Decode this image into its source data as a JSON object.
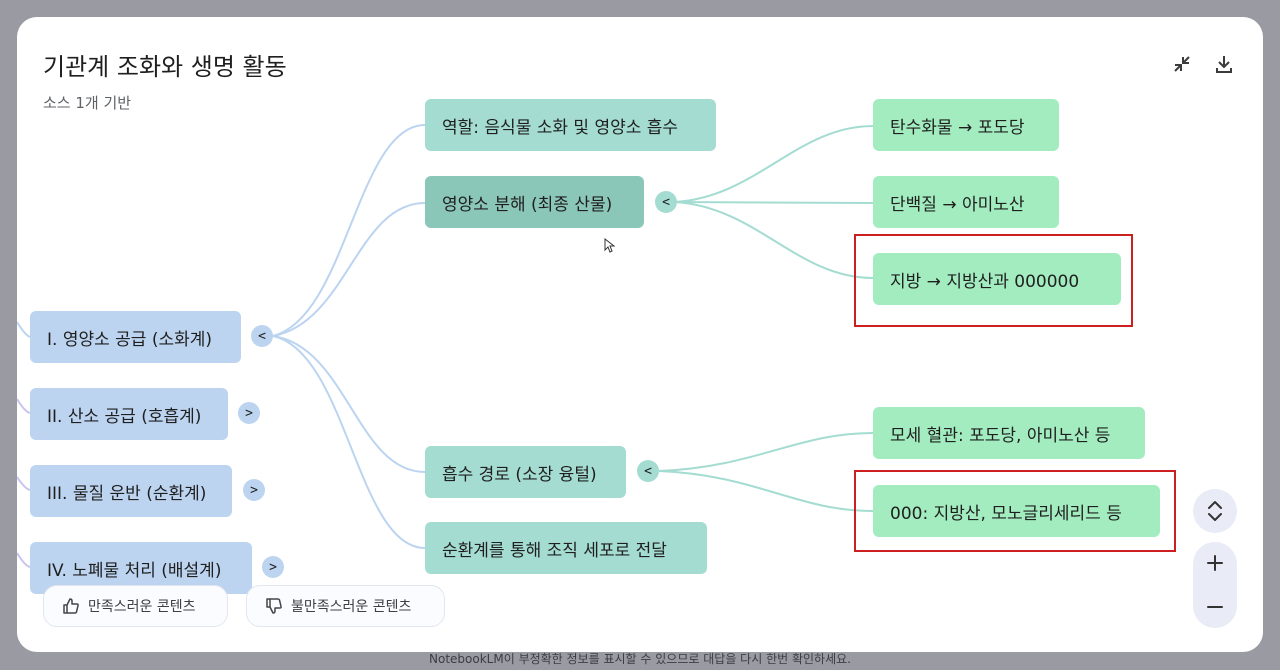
{
  "header": {
    "title": "기관계 조화와 생명 활동",
    "subtitle": "소스 1개 기반",
    "collapse_icon": "collapse-icon",
    "download_icon": "download-icon"
  },
  "mindmap": {
    "root_nodes": [
      {
        "label": "I. 영양소 공급 (소화계)",
        "toggle": "<"
      },
      {
        "label": "II. 산소 공급 (호흡계)",
        "toggle": ">"
      },
      {
        "label": "III. 물질 운반 (순환계)",
        "toggle": ">"
      },
      {
        "label": "IV. 노폐물 처리 (배설계)",
        "toggle": ">"
      }
    ],
    "level2": [
      {
        "label": "역할: 음식물 소화 및 영양소 흡수"
      },
      {
        "label": "영양소 분해 (최종 산물)",
        "toggle": "<"
      },
      {
        "label": "흡수 경로 (소장 융털)",
        "toggle": "<"
      },
      {
        "label": "순환계를 통해 조직 세포로 전달"
      }
    ],
    "level3": [
      {
        "label": "탄수화물 → 포도당"
      },
      {
        "label": "단백질 → 아미노산"
      },
      {
        "label": "지방 → 지방산과 000000"
      },
      {
        "label": "모세 혈관: 포도당, 아미노산 등"
      },
      {
        "label": "000: 지방산, 모노글리세리드 등"
      }
    ],
    "colors": {
      "root": "#bcd4f0",
      "level2": "#a4dcd2",
      "level2_selected": "#8bc7b9",
      "level3": "#a2ecc0",
      "highlight": "#cc1f1f"
    }
  },
  "feedback": {
    "like_label": "만족스러운 콘텐츠",
    "dislike_label": "불만족스러운 콘텐츠"
  },
  "footer": {
    "note": "NotebookLM이 부정확한 정보를 표시할 수 있으므로 대답을 다시 한번 확인하세요."
  }
}
